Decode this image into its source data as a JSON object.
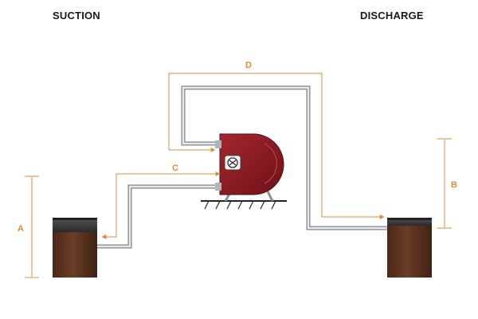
{
  "labels": {
    "suction": "SUCTION",
    "discharge": "DISCHARGE"
  },
  "dimensions": {
    "a": "A",
    "b": "B",
    "c": "C",
    "d": "D"
  },
  "colors": {
    "dimension": "#e0893a",
    "pipe": "#9aa0a6",
    "pump_body": "#8e1b22",
    "tank": "#5a3320"
  },
  "icons": {
    "pump_logo": "pump-rotor-icon"
  }
}
